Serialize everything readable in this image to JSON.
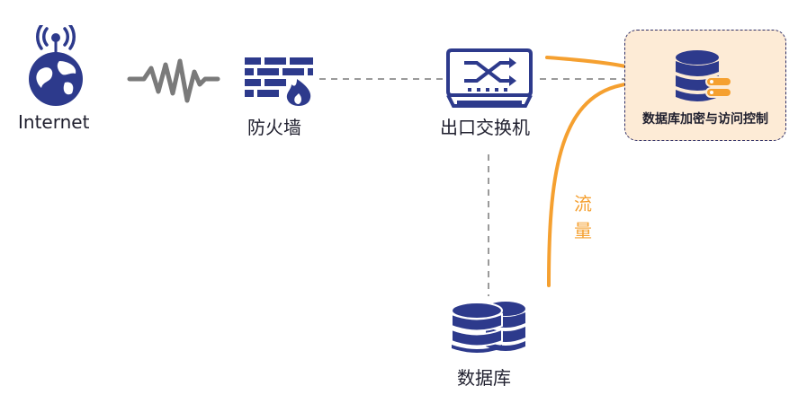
{
  "nodes": {
    "internet": "Internet",
    "firewall": "防火墙",
    "switch": "出口交换机",
    "database": "数据库",
    "security": "数据库加密与访问控制"
  },
  "flow_label": "流量",
  "colors": {
    "navy": "#2d3a8c",
    "orange": "#f5a030",
    "box_fill": "#fdebd6",
    "connector_gray": "#8a8a8a"
  }
}
